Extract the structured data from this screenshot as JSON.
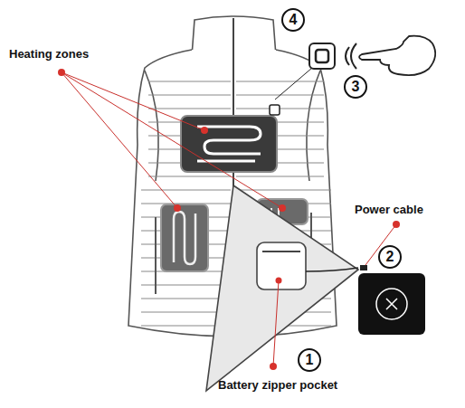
{
  "diagram": {
    "labels": [
      "Heating zones",
      "4",
      "3",
      "Power cable",
      "2",
      "1",
      "Battery zipper pocket"
    ]
  }
}
